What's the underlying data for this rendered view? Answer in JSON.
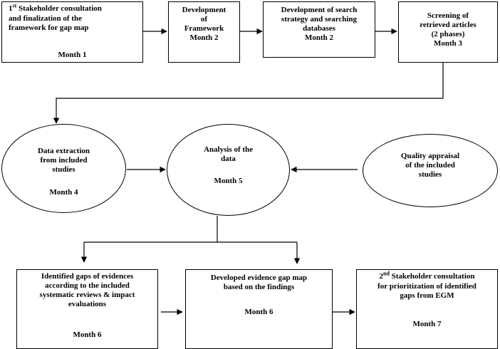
{
  "nodes": {
    "n1": {
      "ordinal": "1",
      "ordinal_sup": "st",
      "line1_rest": " Stakeholder consultation",
      "line2": "and finalization of the",
      "line3": "framework for gap map",
      "month": "Month 1"
    },
    "n2": {
      "title": "Development\nof\nFramework",
      "month": "Month 2"
    },
    "n3": {
      "title": "Development of search\nstrategy and searching\ndatabases",
      "month": "Month 2"
    },
    "n4": {
      "title": "Screening of\nretrieved articles\n(2 phases)",
      "month": "Month 3"
    },
    "n5": {
      "title": "Data extraction\nfrom included\nstudies",
      "month": "Month 4"
    },
    "n6": {
      "title": "Analysis of the\ndata",
      "month": "Month 5"
    },
    "n7": {
      "title": "Quality appraisal\nof the included\nstudies"
    },
    "n8": {
      "title": "Identified gaps of evidences\naccording to the included\nsystematic reviews & impact\nevaluations",
      "month": "Month 6"
    },
    "n9": {
      "title": "Developed evidence gap map\nbased on the findings",
      "month": "Month 6"
    },
    "n10": {
      "ordinal": "2",
      "ordinal_sup": "nd",
      "line1_rest": " Stakeholder consultation",
      "rest": "for prioritization of identified\ngaps from EGM",
      "month": "Month 7"
    }
  }
}
